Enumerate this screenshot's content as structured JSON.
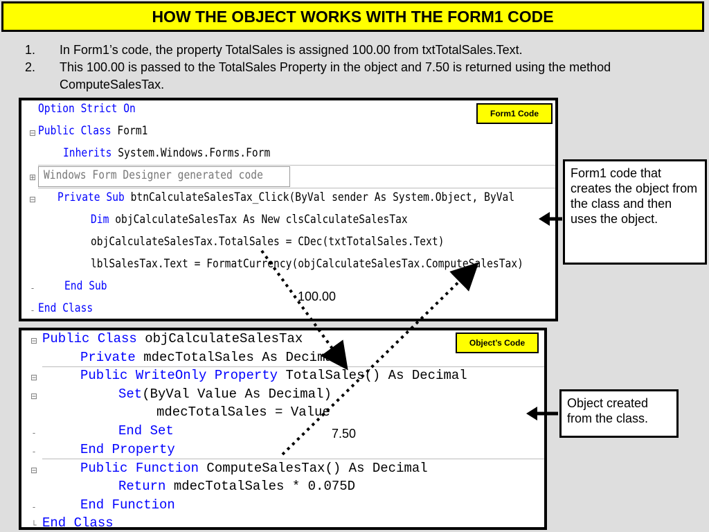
{
  "title": "HOW THE OBJECT WORKS WITH THE FORM1 CODE",
  "steps": [
    {
      "num": "1.",
      "text": "In Form1’s code, the property TotalSales is assigned 100.00 from txtTotalSales.Text."
    },
    {
      "num": "2.",
      "text": "This 100.00 is passed to the  TotalSales Property in the object and 7.50 is returned using the method ComputeSalesTax."
    }
  ],
  "form1_panel": {
    "label": "Form1 Code",
    "lines": [
      {
        "kw": "Option Strict On",
        "rest": ""
      },
      {
        "kw": "Public Class",
        "rest": " Form1"
      },
      {
        "kw": "Inherits",
        "rest": " System.Windows.Forms.Form"
      },
      {
        "kw": "",
        "rest": "Windows Form Designer generated code"
      },
      {
        "kw": "Private Sub",
        "rest": " btnCalculateSalesTax_Click(ByVal sender As System.Object, ByVal"
      },
      {
        "kw": "Dim",
        "rest": " objCalculateSalesTax As New clsCalculateSalesTax"
      },
      {
        "kw": "",
        "rest": "objCalculateSalesTax.TotalSales = CDec(txtTotalSales.Text)"
      },
      {
        "kw": "",
        "rest": "lblSalesTax.Text = FormatCurrency(objCalculateSalesTax.ComputeSalesTax)"
      },
      {
        "kw": "End Sub",
        "rest": ""
      },
      {
        "kw": "End Class",
        "rest": ""
      }
    ]
  },
  "object_panel": {
    "label": "Object’s Code",
    "lines": [
      {
        "kw": "Public Class",
        "rest": " objCalculateSalesTax"
      },
      {
        "kw": "Private",
        "rest": " mdecTotalSales As Decimal"
      },
      {
        "kw": "Public WriteOnly Property",
        "rest": " TotalSales() As Decimal"
      },
      {
        "kw": "Set",
        "rest": "(ByVal Value As Decimal)"
      },
      {
        "kw": "",
        "rest": "mdecTotalSales = Value"
      },
      {
        "kw": "End Set",
        "rest": ""
      },
      {
        "kw": "End Property",
        "rest": ""
      },
      {
        "kw": "Public Function",
        "rest": " ComputeSalesTax() As Decimal"
      },
      {
        "kw": "Return",
        "rest": " mdecTotalSales * 0.075D"
      },
      {
        "kw": "End Function",
        "rest": ""
      },
      {
        "kw": "End Class",
        "rest": ""
      }
    ]
  },
  "callout_form1": "Form1 code that creates the object from the class and then uses the object.",
  "callout_object": "Object created from the class.",
  "value_in": "100.00",
  "value_out": "7.50",
  "colors": {
    "title_bg": "#ffff00",
    "keyword": "#0000ff",
    "background": "#dedede"
  }
}
